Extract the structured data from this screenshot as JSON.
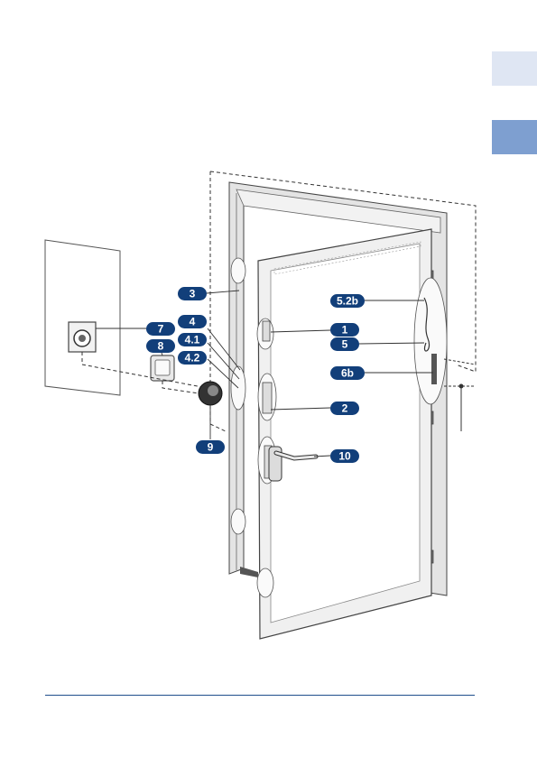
{
  "colors": {
    "callout_badge": "#123f7a",
    "footer_rule": "#1f4e8c",
    "tab_light": "#dfe6f3",
    "tab_active": "#7e9fd0"
  },
  "side_tabs": [
    {
      "name": "section-tab-1",
      "state": "inactive"
    },
    {
      "name": "section-tab-2",
      "state": "active"
    }
  ],
  "callouts": [
    {
      "id": "c3",
      "label": "3"
    },
    {
      "id": "c4",
      "label": "4"
    },
    {
      "id": "c41",
      "label": "4.1"
    },
    {
      "id": "c42",
      "label": "4.2"
    },
    {
      "id": "c7",
      "label": "7"
    },
    {
      "id": "c8",
      "label": "8"
    },
    {
      "id": "c9",
      "label": "9"
    },
    {
      "id": "c52b",
      "label": "5.2b"
    },
    {
      "id": "c1",
      "label": "1"
    },
    {
      "id": "c5",
      "label": "5"
    },
    {
      "id": "c6b",
      "label": "6b"
    },
    {
      "id": "c2",
      "label": "2"
    },
    {
      "id": "c10",
      "label": "10"
    }
  ]
}
